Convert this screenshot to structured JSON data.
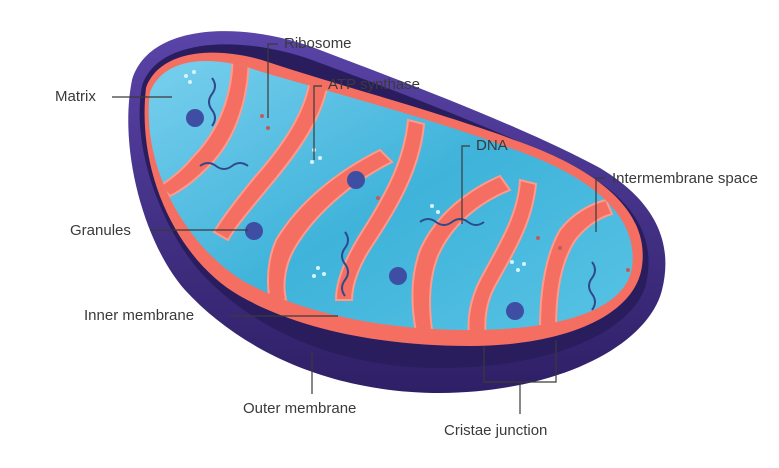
{
  "labels": {
    "ribosome": "Ribosome",
    "matrix": "Matrix",
    "atp_synthase": "ATP synthase",
    "dna": "DNA",
    "intermembrane_space": "Intermembrane space",
    "granules": "Granules",
    "inner_membrane": "Inner membrane",
    "outer_membrane": "Outer membrane",
    "cristae_junction": "Cristae junction"
  },
  "colors": {
    "outer_membrane": "#4a3590",
    "outer_membrane_dark": "#2e1f66",
    "intermembrane_space": "#2a1d5e",
    "inner_membrane": "#f46f62",
    "inner_membrane_light": "#ff9a8c",
    "matrix": "#3fb3da",
    "matrix_light": "#8fd9f0",
    "granule": "#3e4fa3",
    "leader_line": "#3a3a3a"
  }
}
